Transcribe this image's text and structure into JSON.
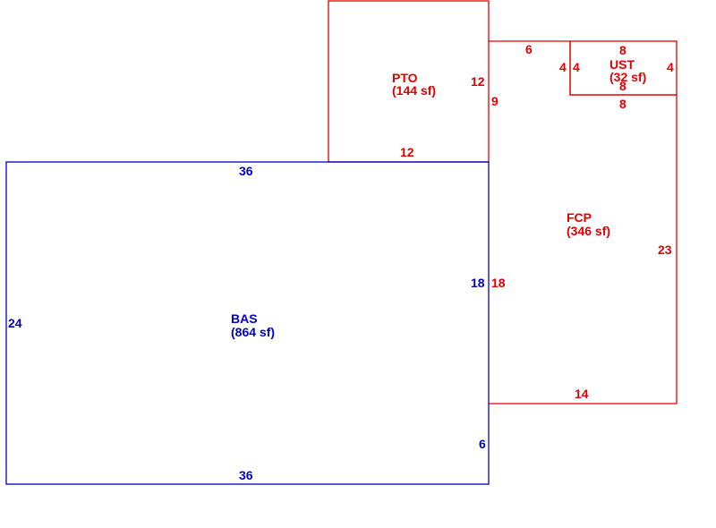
{
  "colors": {
    "blue": "#0000c8",
    "red": "#e00000",
    "background": "#ffffff"
  },
  "areas": {
    "bas": {
      "name": "BAS",
      "area": "(864 sf)"
    },
    "pto": {
      "name": "PTO",
      "area": "(144 sf)"
    },
    "fcp": {
      "name": "FCP",
      "area": "(346 sf)"
    },
    "ust": {
      "name": "UST",
      "area": "(32 sf)"
    }
  },
  "dimensions": {
    "bas_top": "36",
    "bas_bottom": "36",
    "bas_left": "24",
    "bas_right_upper": "18",
    "bas_right_lower": "6",
    "pto_right": "12",
    "pto_bottom": "12",
    "fcp_top": "6",
    "fcp_upper_left": "9",
    "fcp_left": "18",
    "fcp_right": "23",
    "fcp_bottom": "14",
    "fcp_step": "4",
    "ust_top": "8",
    "ust_bottom_upper": "8",
    "ust_bottom_lower": "8",
    "ust_left": "4",
    "ust_right": "4"
  }
}
